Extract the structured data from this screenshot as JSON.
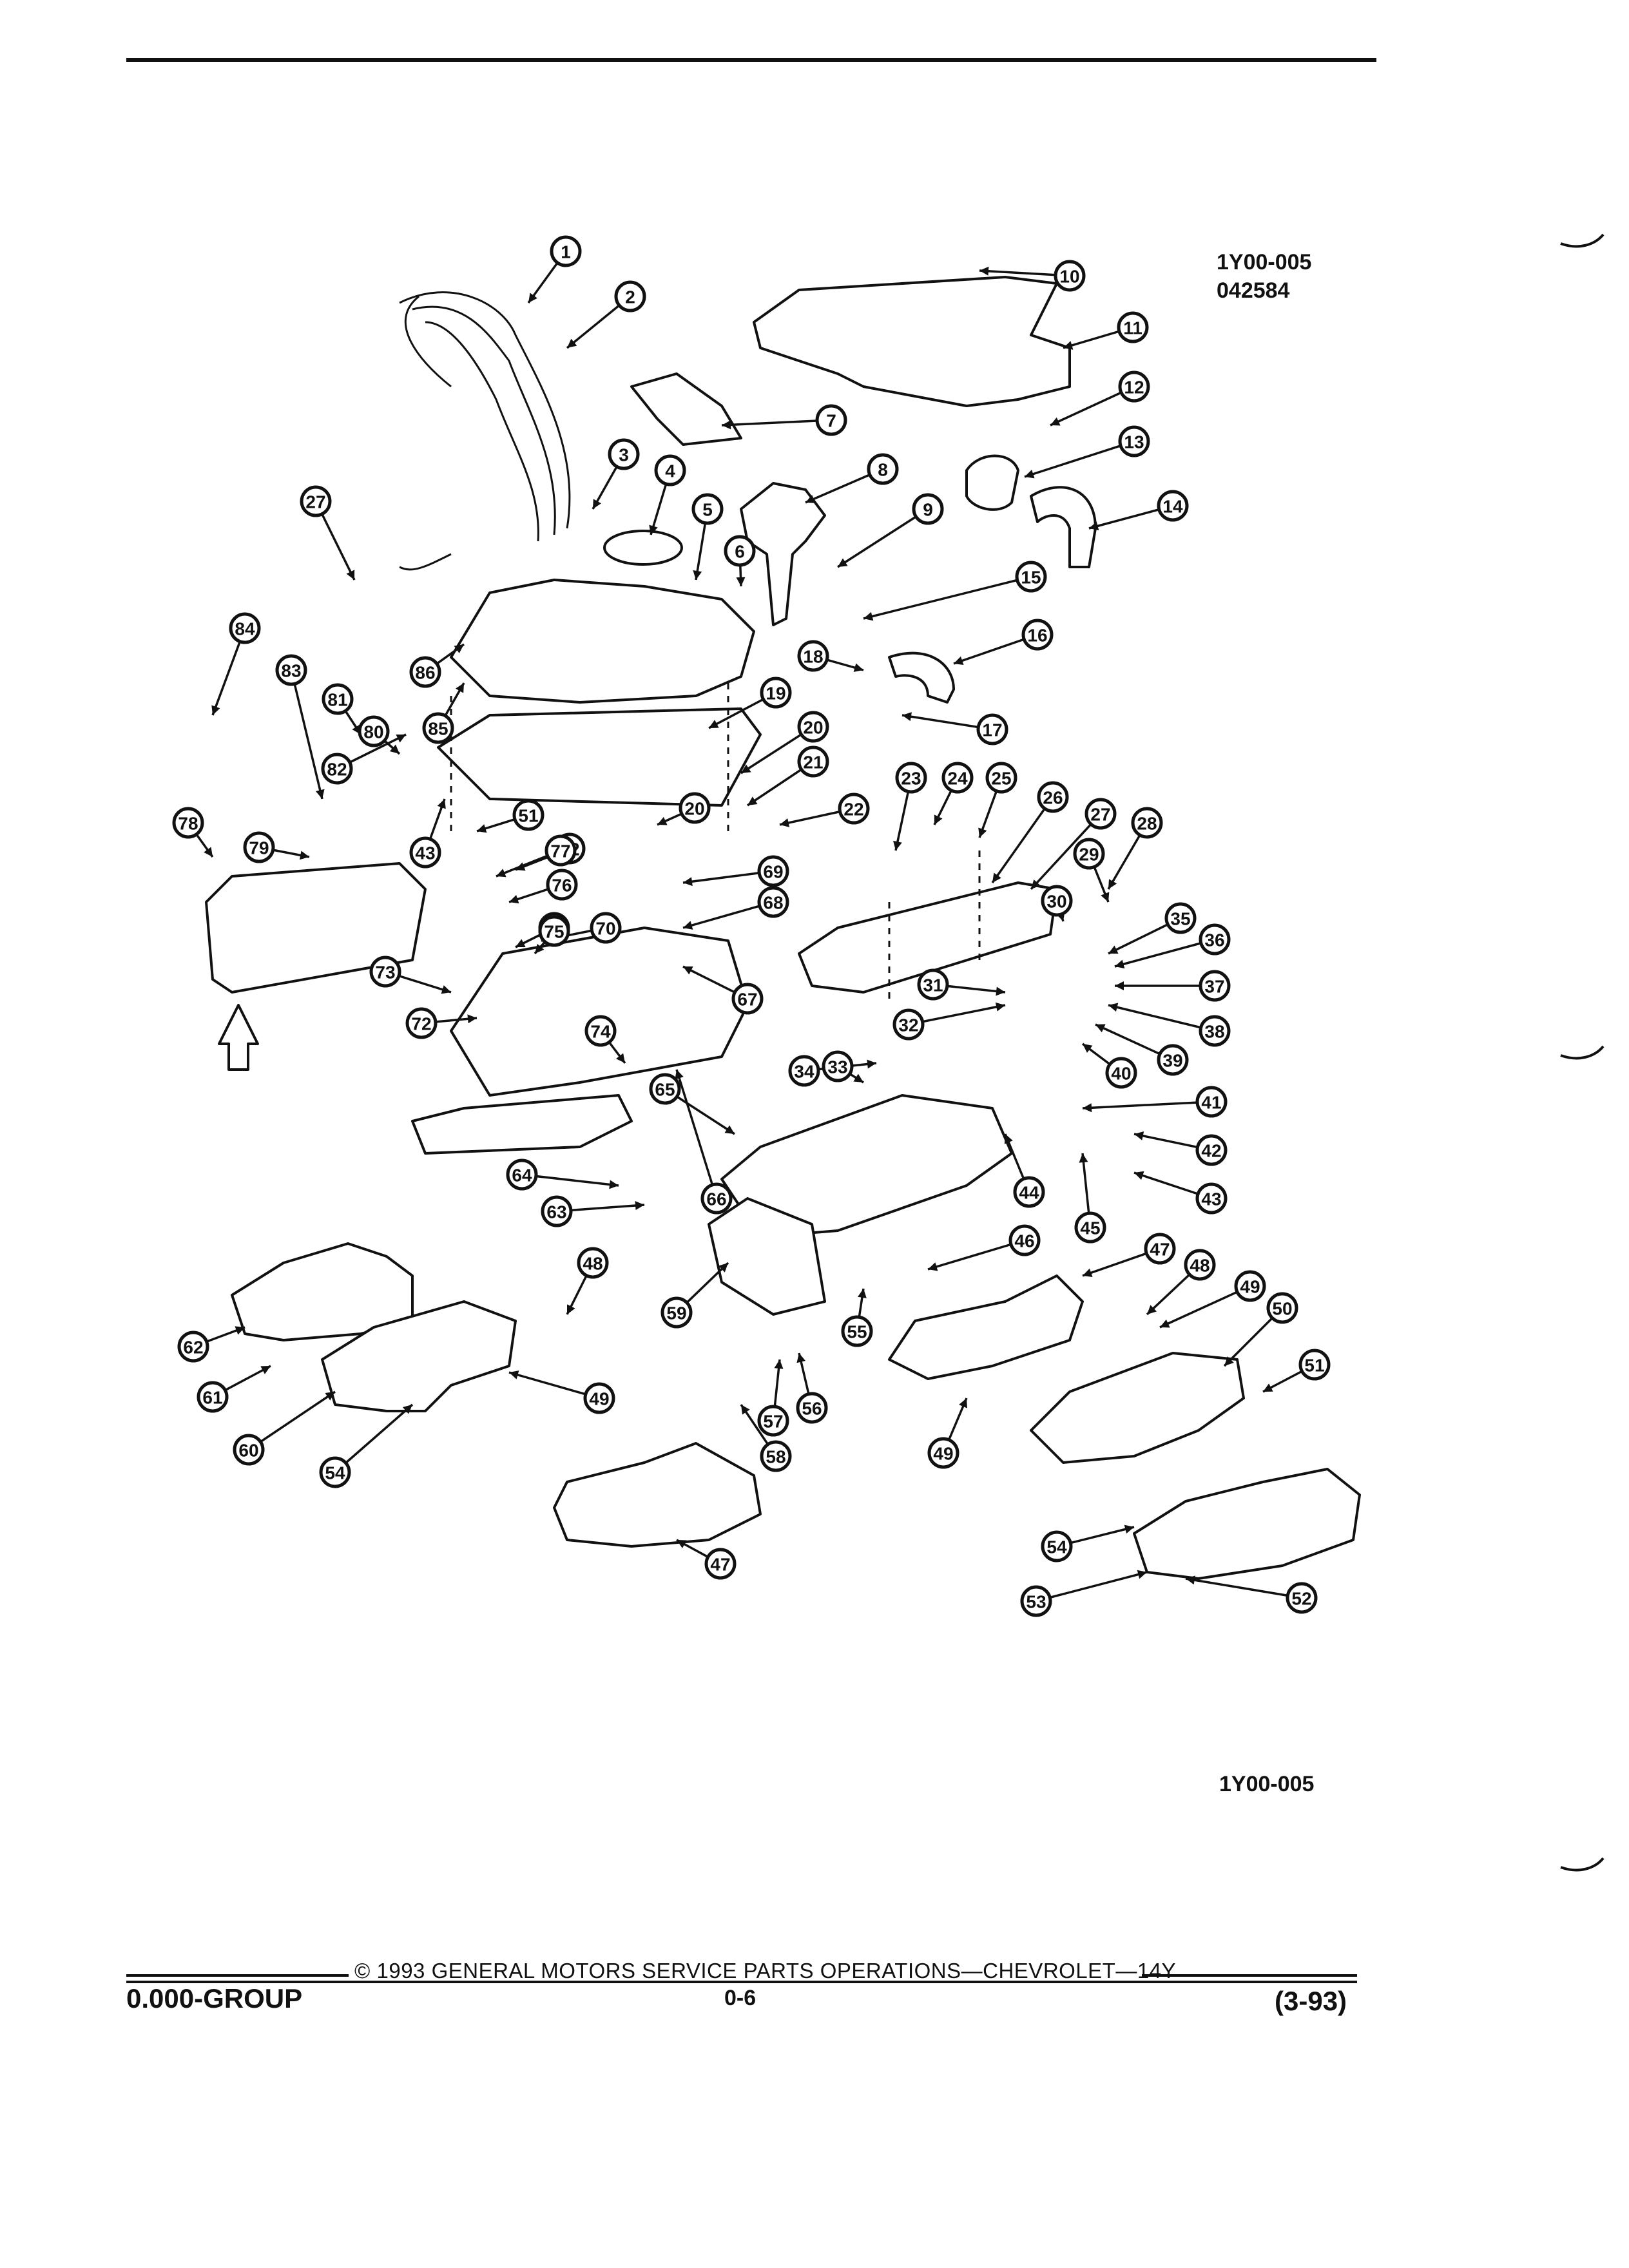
{
  "figure": {
    "code_top": "1Y00-005",
    "number_top": "042584",
    "code_bottom": "1Y00-005"
  },
  "callouts": [
    {
      "n": "1"
    },
    {
      "n": "2"
    },
    {
      "n": "3"
    },
    {
      "n": "4"
    },
    {
      "n": "5"
    },
    {
      "n": "6"
    },
    {
      "n": "7"
    },
    {
      "n": "8"
    },
    {
      "n": "9"
    },
    {
      "n": "10"
    },
    {
      "n": "11"
    },
    {
      "n": "12"
    },
    {
      "n": "13"
    },
    {
      "n": "14"
    },
    {
      "n": "15"
    },
    {
      "n": "16"
    },
    {
      "n": "17"
    },
    {
      "n": "18"
    },
    {
      "n": "19"
    },
    {
      "n": "20"
    },
    {
      "n": "20"
    },
    {
      "n": "21"
    },
    {
      "n": "22"
    },
    {
      "n": "23"
    },
    {
      "n": "24"
    },
    {
      "n": "25"
    },
    {
      "n": "26"
    },
    {
      "n": "27"
    },
    {
      "n": "28"
    },
    {
      "n": "29"
    },
    {
      "n": "30"
    },
    {
      "n": "31"
    },
    {
      "n": "32"
    },
    {
      "n": "33"
    },
    {
      "n": "34"
    },
    {
      "n": "35"
    },
    {
      "n": "36"
    },
    {
      "n": "37"
    },
    {
      "n": "38"
    },
    {
      "n": "39"
    },
    {
      "n": "40"
    },
    {
      "n": "41"
    },
    {
      "n": "42"
    },
    {
      "n": "43"
    },
    {
      "n": "43"
    },
    {
      "n": "44"
    },
    {
      "n": "45"
    },
    {
      "n": "46"
    },
    {
      "n": "47"
    },
    {
      "n": "47"
    },
    {
      "n": "48"
    },
    {
      "n": "48"
    },
    {
      "n": "49"
    },
    {
      "n": "49"
    },
    {
      "n": "49"
    },
    {
      "n": "50"
    },
    {
      "n": "51"
    },
    {
      "n": "51"
    },
    {
      "n": "52"
    },
    {
      "n": "53"
    },
    {
      "n": "54"
    },
    {
      "n": "54"
    },
    {
      "n": "55"
    },
    {
      "n": "56"
    },
    {
      "n": "57"
    },
    {
      "n": "58"
    },
    {
      "n": "59"
    },
    {
      "n": "60"
    },
    {
      "n": "61"
    },
    {
      "n": "62"
    },
    {
      "n": "63"
    },
    {
      "n": "64"
    },
    {
      "n": "65"
    },
    {
      "n": "66"
    },
    {
      "n": "67"
    },
    {
      "n": "68"
    },
    {
      "n": "69"
    },
    {
      "n": "70"
    },
    {
      "n": "71"
    },
    {
      "n": "72"
    },
    {
      "n": "72"
    },
    {
      "n": "73"
    },
    {
      "n": "74"
    },
    {
      "n": "75"
    },
    {
      "n": "76"
    },
    {
      "n": "77"
    },
    {
      "n": "78"
    },
    {
      "n": "79"
    },
    {
      "n": "80"
    },
    {
      "n": "81"
    },
    {
      "n": "82"
    },
    {
      "n": "83"
    },
    {
      "n": "84"
    },
    {
      "n": "85"
    },
    {
      "n": "86"
    },
    {
      "n": "27"
    }
  ],
  "footer": {
    "copyright": "© 1993 GENERAL MOTORS SERVICE PARTS OPERATIONS—CHEVROLET—14Y",
    "group": "0.000-GROUP",
    "page": "0-6",
    "date_code": "(3-93)"
  }
}
